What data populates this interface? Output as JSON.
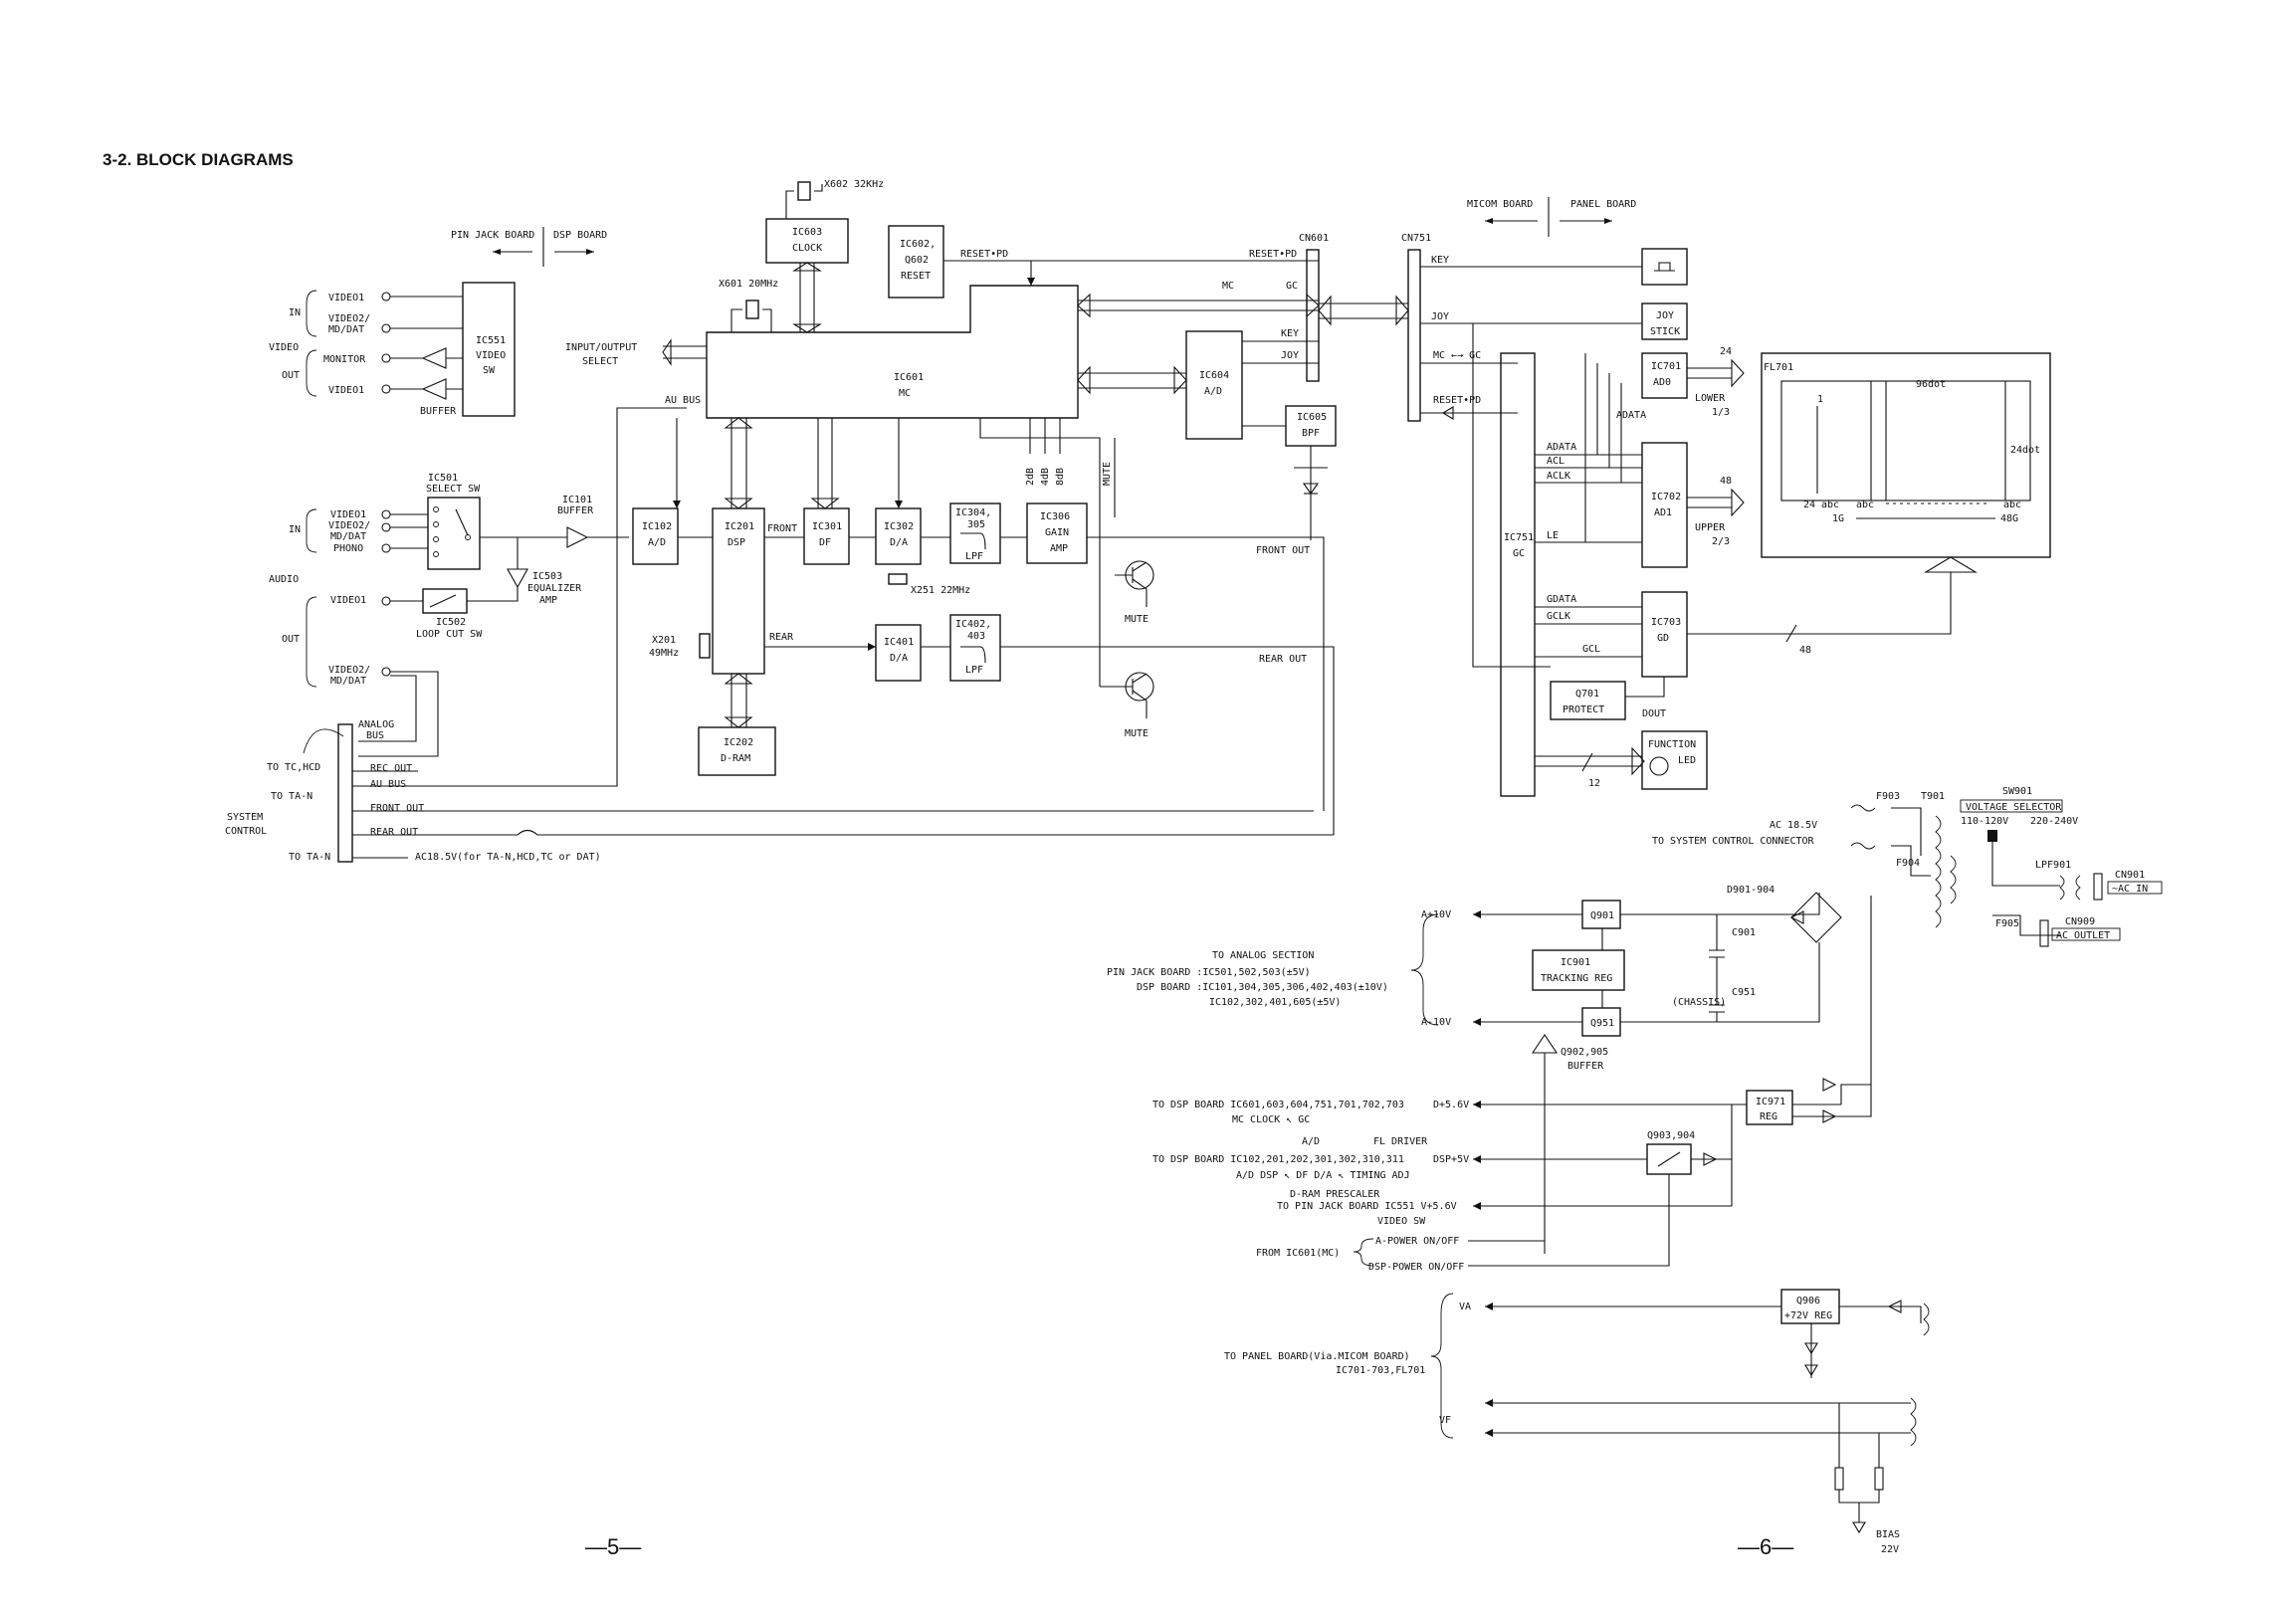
{
  "title": "3-2. BLOCK DIAGRAMS",
  "page_left": "—5—",
  "page_right": "—6—",
  "boards": {
    "pin_jack": "PIN JACK BOARD",
    "dsp": "DSP BOARD",
    "micom": "MICOM BOARD",
    "panel": "PANEL BOARD"
  },
  "video": {
    "group": "VIDEO",
    "in": "IN",
    "out": "OUT",
    "jacks": [
      "VIDEO1",
      "VIDEO2/",
      "MD/DAT",
      "MONITOR",
      "VIDEO1"
    ],
    "buffer": "BUFFER",
    "ic551": [
      "IC551",
      "VIDEO",
      "SW"
    ]
  },
  "audio": {
    "group": "AUDIO",
    "in": "IN",
    "out": "OUT",
    "in_jacks": [
      "VIDEO1",
      "VIDEO2/",
      "MD/DAT",
      "PHONO"
    ],
    "out_jacks": [
      "VIDEO1",
      "VIDEO2/",
      "MD/DAT"
    ],
    "ic501": [
      "IC501",
      "SELECT SW"
    ],
    "ic101": [
      "IC101",
      "BUFFER"
    ],
    "ic503": [
      "IC503",
      "EQUALIZER",
      "AMP"
    ],
    "ic502": [
      "IC502",
      "LOOP CUT SW"
    ]
  },
  "system": {
    "to_tc_hcd": "TO TC,HCD",
    "to_ta_n": "TO TA-N",
    "system_control": [
      "SYSTEM",
      "CONTROL"
    ],
    "to_ta_n2": "TO TA-N",
    "analog_bus": [
      "ANALOG",
      "BUS"
    ],
    "rec_out": "REC OUT",
    "au_bus": "AU BUS",
    "front_out": "FRONT OUT",
    "rear_out": "REAR OUT",
    "ac_note": "AC18.5V(for TA-N,HCD,TC or DAT)"
  },
  "dsp": {
    "x602": "X602 32KHz",
    "ic603": [
      "IC603",
      "CLOCK"
    ],
    "ic602": [
      "IC602,",
      "Q602",
      "RESET"
    ],
    "reset_pd": "RESET•PD",
    "x601": "X601 20MHz",
    "input_output": [
      "INPUT/OUTPUT",
      "SELECT"
    ],
    "au_bus": "AU BUS",
    "ic601": [
      "IC601",
      "MC"
    ],
    "mc": "MC",
    "gc": "GC",
    "key": "KEY",
    "joy": "JOY",
    "ic604": [
      "IC604",
      "A/D"
    ],
    "ic605": [
      "IC605",
      "BPF"
    ],
    "cn601": "CN601",
    "ic102": [
      "IC102",
      "A/D"
    ],
    "ic201": [
      "IC201",
      "DSP"
    ],
    "front": "FRONT",
    "rear": "REAR",
    "ic301": [
      "IC301",
      "DF"
    ],
    "ic302": [
      "IC302",
      "D/A"
    ],
    "ic304": [
      "IC304,",
      "305",
      "LPF"
    ],
    "x251": "X251 22MHz",
    "db": [
      "2dB",
      "4dB",
      "8dB"
    ],
    "mute_lbl": "MUTE",
    "ic306": [
      "IC306",
      "GAIN",
      "AMP"
    ],
    "mute": "MUTE",
    "mute2": "MUTE",
    "front_out": "FRONT OUT",
    "rear_out": "REAR OUT",
    "ic401": [
      "IC401",
      "D/A"
    ],
    "ic402": [
      "IC402,",
      "403",
      "LPF"
    ],
    "x201": [
      "X201",
      "49MHz"
    ],
    "ic202": [
      "IC202",
      "D-RAM"
    ]
  },
  "panel": {
    "cn751": "CN751",
    "key": "KEY",
    "joy": "JOY",
    "joy_stick": [
      "JOY",
      "STICK"
    ],
    "mc_gc": "MC ←→ GC",
    "reset_pd": "RESET•PD",
    "ic751": [
      "IC751",
      "GC"
    ],
    "adata": "ADATA",
    "adata2": "ADATA",
    "acl": "ACL",
    "aclk": "ACLK",
    "le": "LE",
    "gdata": "GDATA",
    "gclk": "GCLK",
    "gcl": "GCL",
    "ic701": [
      "IC701",
      "AD0"
    ],
    "ic702": [
      "IC702",
      "AD1"
    ],
    "ic703": [
      "IC703",
      "GD"
    ],
    "q701": [
      "Q701",
      "PROTECT"
    ],
    "dout": "DOUT",
    "function_led": [
      "FUNCTION",
      "LED"
    ],
    "n24": "24",
    "n48": "48",
    "n48b": "48",
    "n12": "12",
    "lower": [
      "LOWER",
      "1/3"
    ],
    "upper": [
      "UPPER",
      "2/3"
    ],
    "fl701": "FL701",
    "dot96": "96dot",
    "dot24": "24dot",
    "fl_1": "1",
    "fl_24": "24",
    "fl_abc": "abc",
    "fl_abc2": "abc",
    "fl_abc3": "abc",
    "fl_1g": "1G",
    "fl_48g": "48G"
  },
  "power": {
    "f903": "F903",
    "f904": "F904",
    "t901": "T901",
    "sw901": "SW901",
    "voltage_selector": "VOLTAGE SELECTOR",
    "v110": "110-120V",
    "v220": "220-240V",
    "ac185": "AC 18.5V",
    "to_syscon": "TO SYSTEM CONTROL CONNECTOR",
    "lpf901": "LPF901",
    "cn901": "CN901",
    "ac_in": "~AC IN",
    "f905": "F905",
    "cn909": "CN909",
    "ac_outlet": "AC OUTLET",
    "d901": "D901-904",
    "a10p": "A+10V",
    "a10m": "A-10V",
    "q901": "Q901",
    "q951": "Q951",
    "ic901": [
      "IC901",
      "TRACKING REG"
    ],
    "c901": "C901",
    "c951": "C951",
    "chassis": "(CHASSIS)",
    "to_analog": "TO ANALOG SECTION",
    "pin_jack_line": "PIN JACK BOARD :IC501,502,503(±5V)",
    "dsp_line": "DSP BOARD :IC101,304,305,306,402,403(±10V)",
    "dsp_line2": "IC102,302,401,605(±5V)",
    "q902": [
      "Q902,905",
      "BUFFER"
    ],
    "to_dsp1": "TO DSP BOARD IC601,603,604,751,701,702,703",
    "mc_clock_gc": "MC  CLOCK ↖  GC",
    "ad1": "A/D",
    "fl_driver": "FL DRIVER",
    "d56": "D+5.6V",
    "ic971": [
      "IC971",
      "REG"
    ],
    "q903": "Q903,904",
    "to_dsp2": "TO DSP BOARD IC102,201,202,301,302,310,311",
    "ad_dsp_df": "A/D  DSP  ↖  DF  D/A  ↖ TIMING ADJ",
    "dram_pre": "D-RAM    PRESCALER",
    "dsp5": "DSP+5V",
    "to_pinjack": "TO PIN JACK BOARD IC551  V+5.6V",
    "video_sw": "VIDEO SW",
    "from_ic601": "FROM IC601(MC)",
    "a_power": "A-POWER ON/OFF",
    "dsp_power": "DSP-POWER ON/OFF",
    "va": "VA",
    "q906": [
      "Q906",
      "+72V REG"
    ],
    "to_panel": "TO PANEL BOARD(Via.MICOM BOARD)",
    "ic701_703": "IC701-703,FL701",
    "vf": "VF",
    "bias": [
      "BIAS",
      "22V"
    ]
  }
}
